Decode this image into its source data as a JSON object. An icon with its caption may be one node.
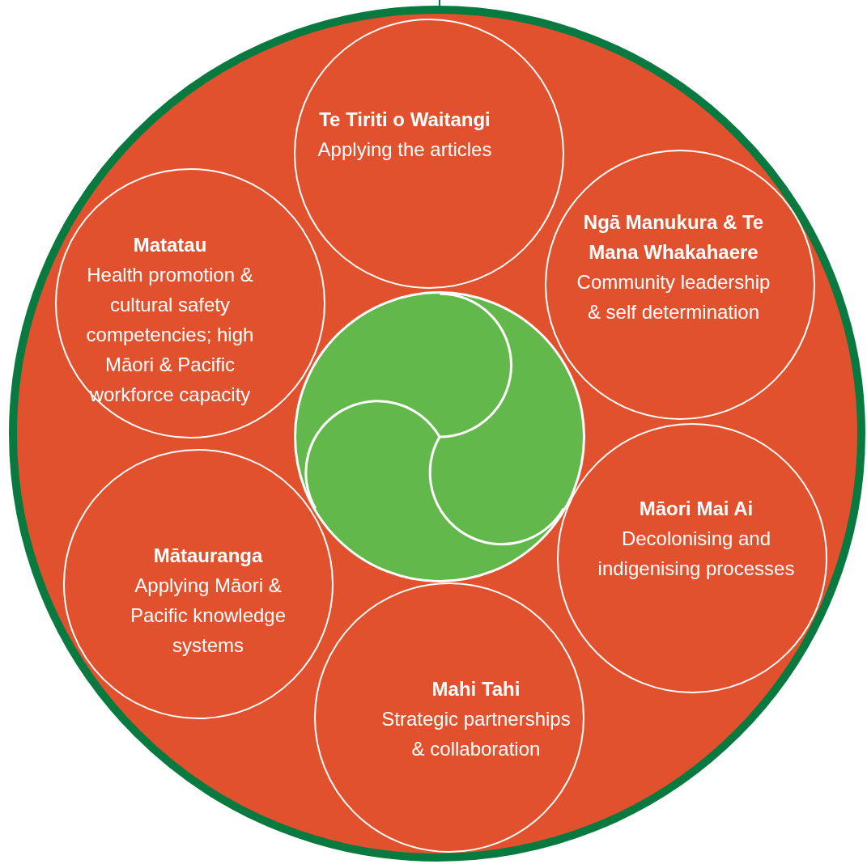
{
  "diagram": {
    "nodes": [
      {
        "text": [],
        "shape": "circle"
      },
      {
        "text": [
          "Te Tiriti o Waitangi",
          "Applying the articles"
        ],
        "in": 0
      },
      {
        "text": [
          "Ngā Manukura & Te Mana Whakahaere",
          "Community leadership & self determination"
        ],
        "in": 0
      },
      {
        "text": [
          "Matatau",
          "Health promotion & cultural safety competencies; high Māori & Pacific workforce capacity"
        ],
        "in": 0
      },
      {
        "text": [
          "Māori Mai Ai",
          "Decolonising and indigenising processes"
        ],
        "in": 0
      },
      {
        "text": [
          "Mātauranga",
          "Applying Māori & Pacific knowledge systems"
        ],
        "in": 0
      },
      {
        "text": [
          "Mahi Tahi",
          "Strategic partnerships & collaboration"
        ],
        "in": 0
      },
      {
        "text": [],
        "shape": "circle",
        "in": 0
      }
    ]
  }
}
